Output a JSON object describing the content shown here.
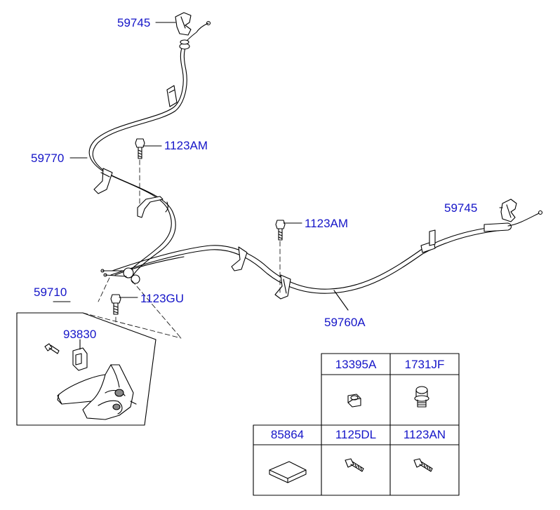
{
  "colors": {
    "label": "#1515c8",
    "line": "#000000",
    "background": "#ffffff"
  },
  "labels": {
    "clip_top": "59745",
    "clip_right": "59745",
    "front_cable": "59770",
    "bolt_upper": "1123AM",
    "bolt_middle": "1123AM",
    "lever_assembly": "59710",
    "bolt_lever": "1123GU",
    "bracket": "93830",
    "rear_cable": "59760A"
  },
  "parts_table": {
    "top_row": [
      "13395A",
      "1731JF"
    ],
    "bottom_row": [
      "85864",
      "1125DL",
      "1123AN"
    ],
    "icons": {
      "13395A": "nut-icon",
      "1731JF": "flange-bolt-icon",
      "85864": "pad-icon",
      "1125DL": "bolt-icon",
      "1123AN": "bolt-icon"
    }
  }
}
